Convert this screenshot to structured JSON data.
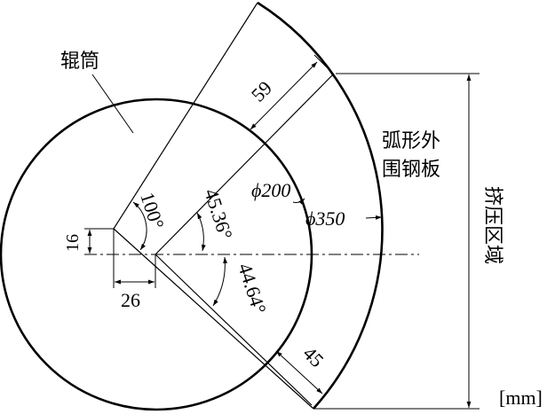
{
  "labels": {
    "roller": "辊筒",
    "arc_plate_line1": "弧形外",
    "arc_plate_line2": "围钢板",
    "extrusion_zone": "挤压区域",
    "unit": "[mm]"
  },
  "dimensions": {
    "d_inner": "ϕ200",
    "d_outer": "ϕ350",
    "thickness_top": "59",
    "thickness_bottom": "45",
    "offset_vertical": "16",
    "offset_horizontal": "26",
    "angle_total": "100°",
    "angle_upper": "45.36°",
    "angle_lower": "44.64°"
  },
  "colors": {
    "stroke": "#000000",
    "background": "#ffffff"
  }
}
